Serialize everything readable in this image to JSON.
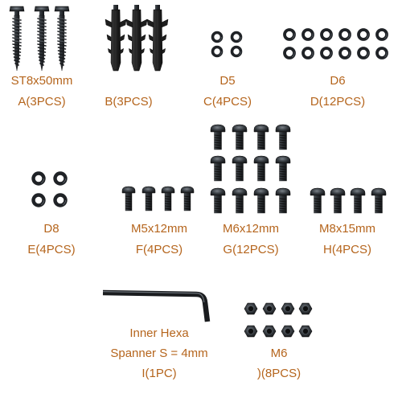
{
  "colors": {
    "label": "#b5651d",
    "metal": "#2e3236",
    "metal_dark": "#16181a",
    "metal_light": "#6e757c",
    "anchor": "#2a2a2a",
    "wrench": "#3b3e42"
  },
  "items": {
    "a": {
      "size": "ST8x50mm",
      "code": "A(3PCS)"
    },
    "b": {
      "code": "B(3PCS)"
    },
    "c": {
      "size": "D5",
      "code": "C(4PCS)"
    },
    "d": {
      "size": "D6",
      "code": "D(12PCS)"
    },
    "e": {
      "size": "D8",
      "code": "E(4PCS)"
    },
    "f": {
      "size": "M5x12mm",
      "code": "F(4PCS)"
    },
    "g": {
      "size": "M6x12mm",
      "code": "G(12PCS)"
    },
    "h": {
      "size": "M8x15mm",
      "code": "H(4PCS)"
    },
    "i": {
      "name_line1": "Inner Hexa",
      "name_line2": "Spanner S = 4mm",
      "code": "I(1PC)"
    },
    "j": {
      "size": "M6",
      "code": ")(8PCS)"
    }
  }
}
